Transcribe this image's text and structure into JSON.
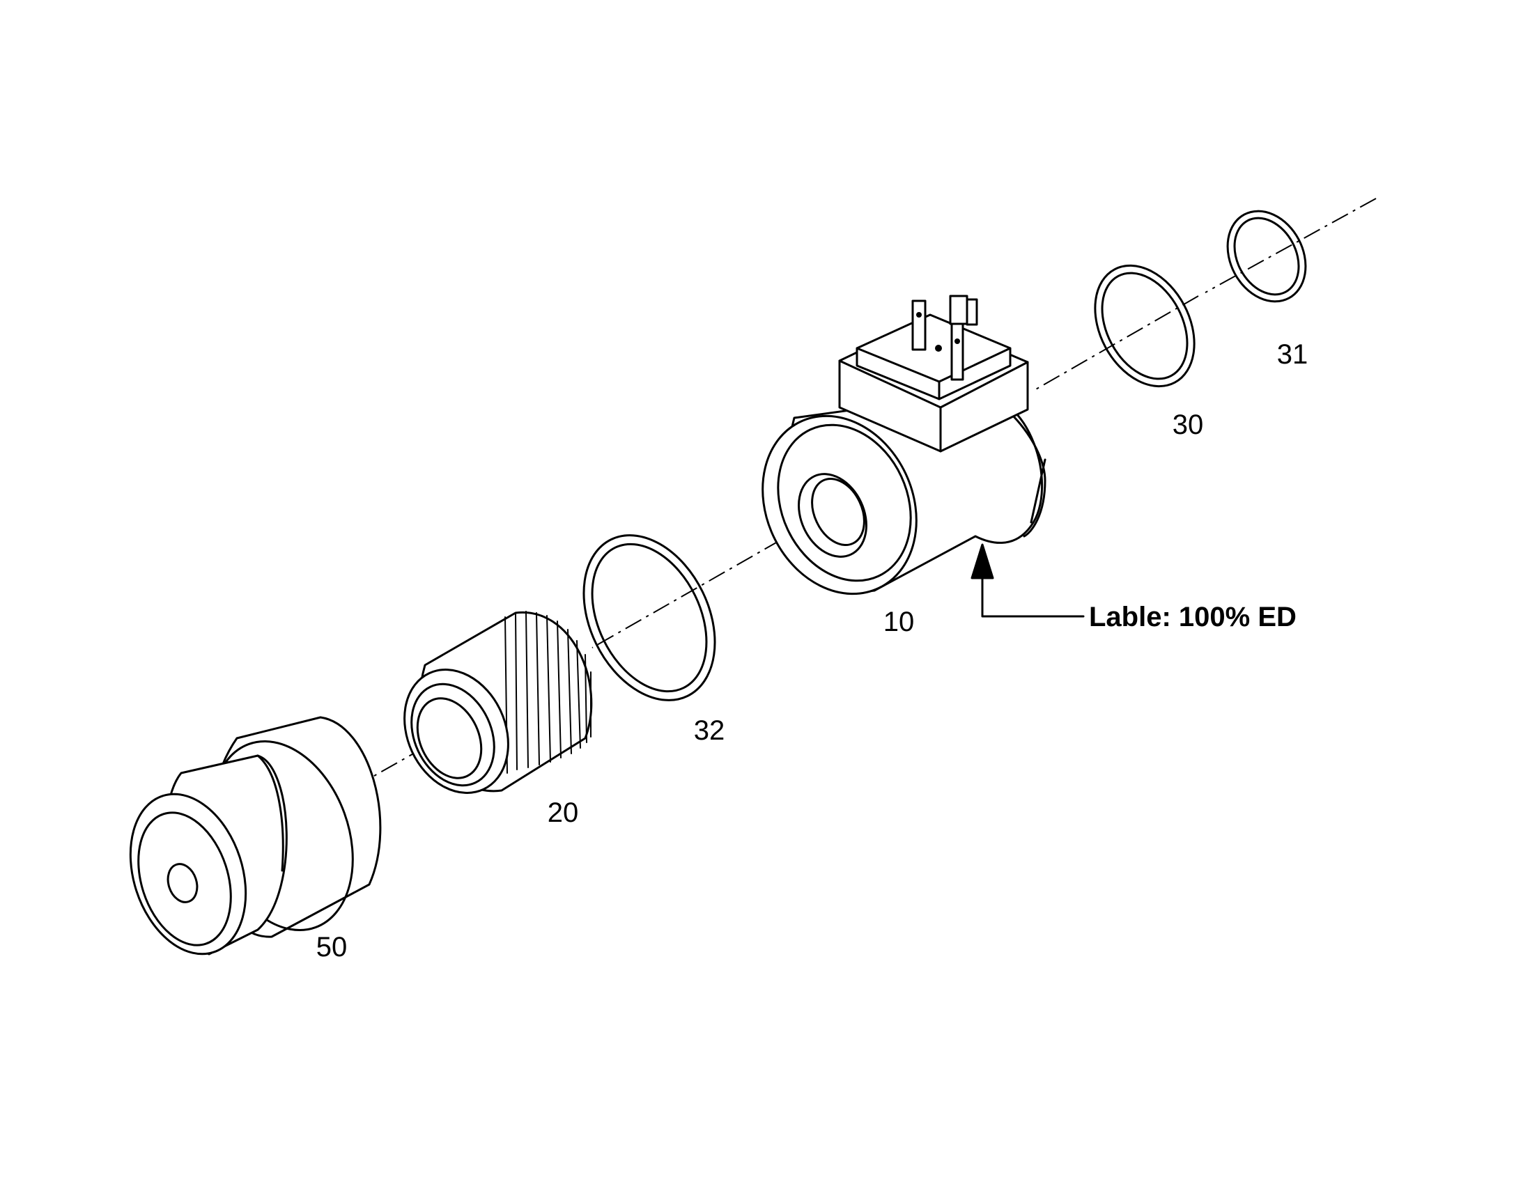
{
  "parts": [
    {
      "id": "part-10",
      "label": "10"
    },
    {
      "id": "part-20",
      "label": "20"
    },
    {
      "id": "part-30",
      "label": "30"
    },
    {
      "id": "part-31",
      "label": "31"
    },
    {
      "id": "part-32",
      "label": "32"
    },
    {
      "id": "part-50",
      "label": "50"
    }
  ],
  "callout": {
    "text": "Lable: 100% ED"
  },
  "colors": {
    "line": "#000000",
    "background": "#ffffff"
  }
}
